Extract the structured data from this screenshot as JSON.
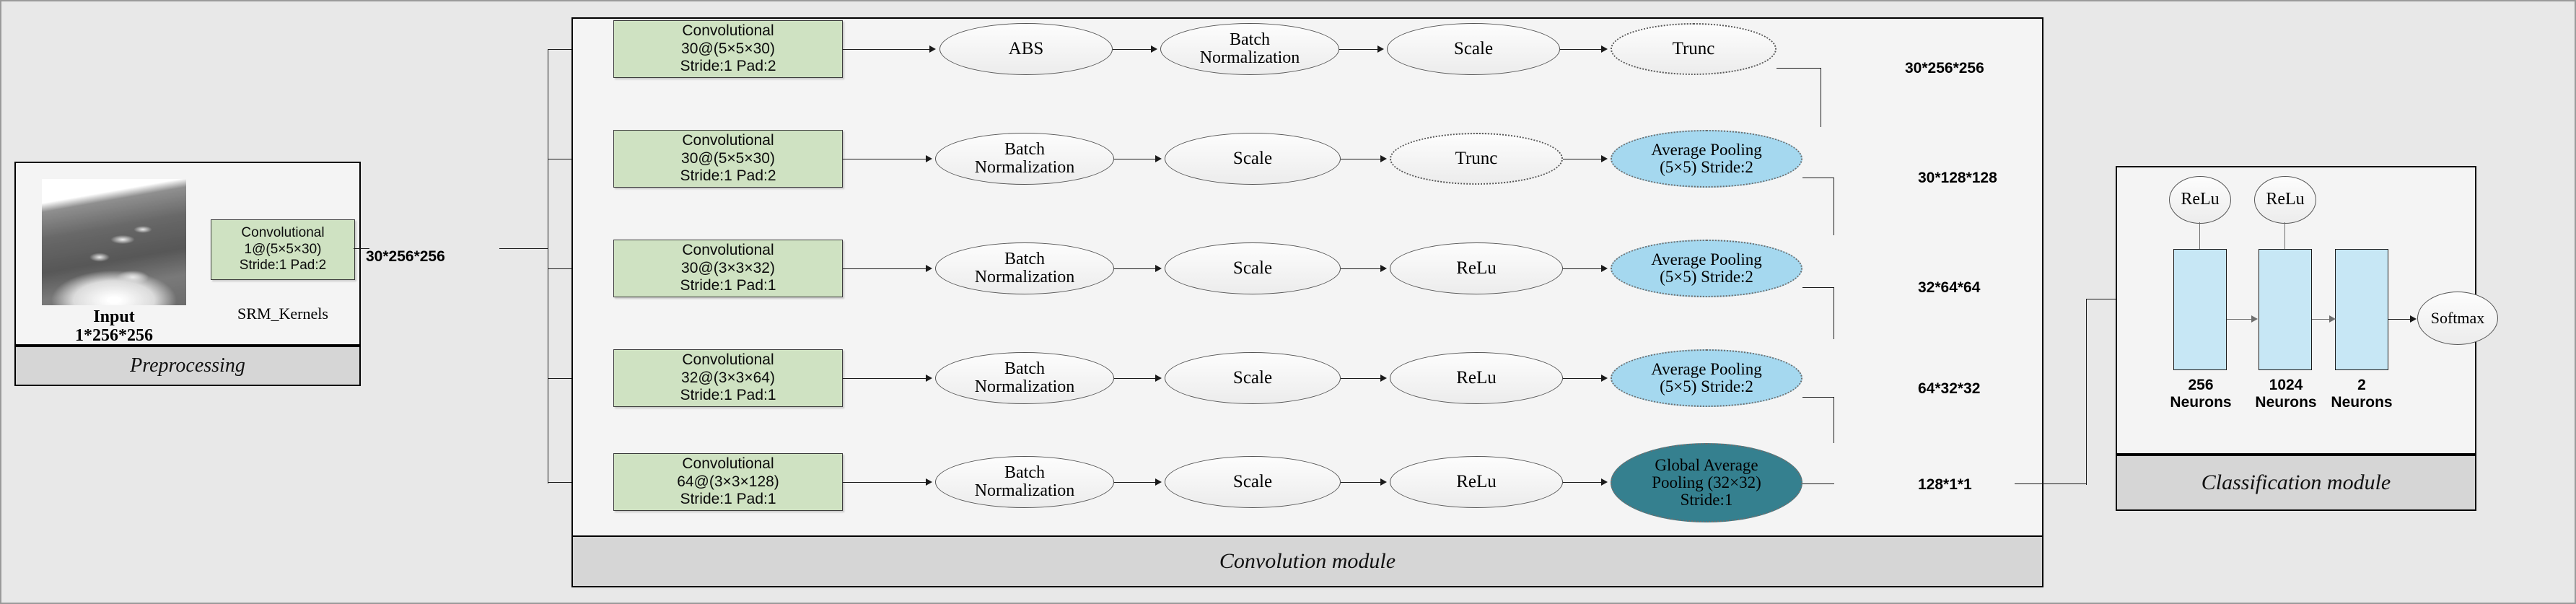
{
  "preprocessing": {
    "module_label": "Preprocessing",
    "input_label": "Input",
    "input_dims": "1*256*256",
    "srm_label": "SRM_Kernels",
    "conv": {
      "line1": "Convolutional",
      "line2": "1@(5×5×30)",
      "line3": "Stride:1 Pad:2"
    },
    "output_dims": "30*256*256"
  },
  "convolution": {
    "module_label": "Convolution module",
    "rows": [
      {
        "conv": {
          "line1": "Convolutional",
          "line2": "30@(5×5×30)",
          "line3": "Stride:1 Pad:2"
        },
        "stages": [
          {
            "label1": "ABS",
            "label2": "",
            "style": "plain"
          },
          {
            "label1": "Batch",
            "label2": "Normalization",
            "style": "plain"
          },
          {
            "label1": "Scale",
            "label2": "",
            "style": "plain"
          },
          {
            "label1": "Trunc",
            "label2": "",
            "style": "dotted"
          }
        ],
        "output_dims": "30*256*256"
      },
      {
        "conv": {
          "line1": "Convolutional",
          "line2": "30@(5×5×30)",
          "line3": "Stride:1 Pad:2"
        },
        "stages": [
          {
            "label1": "Batch",
            "label2": "Normalization",
            "style": "plain"
          },
          {
            "label1": "Scale",
            "label2": "",
            "style": "plain"
          },
          {
            "label1": "Trunc",
            "label2": "",
            "style": "dotted"
          },
          {
            "label1": "Average Pooling",
            "label2": "(5×5) Stride:2",
            "style": "pool"
          }
        ],
        "output_dims": "30*128*128"
      },
      {
        "conv": {
          "line1": "Convolutional",
          "line2": "30@(3×3×32)",
          "line3": "Stride:1 Pad:1"
        },
        "stages": [
          {
            "label1": "Batch",
            "label2": "Normalization",
            "style": "plain"
          },
          {
            "label1": "Scale",
            "label2": "",
            "style": "plain"
          },
          {
            "label1": "ReLu",
            "label2": "",
            "style": "plain"
          },
          {
            "label1": "Average Pooling",
            "label2": "(5×5) Stride:2",
            "style": "pool"
          }
        ],
        "output_dims": "32*64*64"
      },
      {
        "conv": {
          "line1": "Convolutional",
          "line2": "32@(3×3×64)",
          "line3": "Stride:1  Pad:1"
        },
        "stages": [
          {
            "label1": "Batch",
            "label2": "Normalization",
            "style": "plain"
          },
          {
            "label1": "Scale",
            "label2": "",
            "style": "plain"
          },
          {
            "label1": "ReLu",
            "label2": "",
            "style": "plain"
          },
          {
            "label1": "Average Pooling",
            "label2": "(5×5) Stride:2",
            "style": "pool"
          }
        ],
        "output_dims": "64*32*32"
      },
      {
        "conv": {
          "line1": "Convolutional",
          "line2": "64@(3×3×128)",
          "line3": "Stride:1 Pad:1"
        },
        "stages": [
          {
            "label1": "Batch",
            "label2": "Normalization",
            "style": "plain"
          },
          {
            "label1": "Scale",
            "label2": "",
            "style": "plain"
          },
          {
            "label1": "ReLu",
            "label2": "",
            "style": "plain"
          },
          {
            "label1": "Global Average",
            "label2": "Pooling (32×32)",
            "label3": "Stride:1",
            "style": "gpool"
          }
        ],
        "output_dims": "128*1*1"
      }
    ]
  },
  "classification": {
    "module_label": "Classification module",
    "activations": [
      "ReLu",
      "ReLu"
    ],
    "layers": [
      {
        "count": "256",
        "unit": "Neurons"
      },
      {
        "count": "1024",
        "unit": "Neurons"
      },
      {
        "count": "2",
        "unit": "Neurons"
      }
    ],
    "output": "Softmax"
  },
  "colors": {
    "conv_fill": "#cfe2c2",
    "pool_fill": "#a5d8ef",
    "global_pool_fill": "#35808f",
    "bar_fill": "#c7e7f5",
    "band_fill": "#d6d6d6",
    "canvas": "#e8e8e8"
  }
}
